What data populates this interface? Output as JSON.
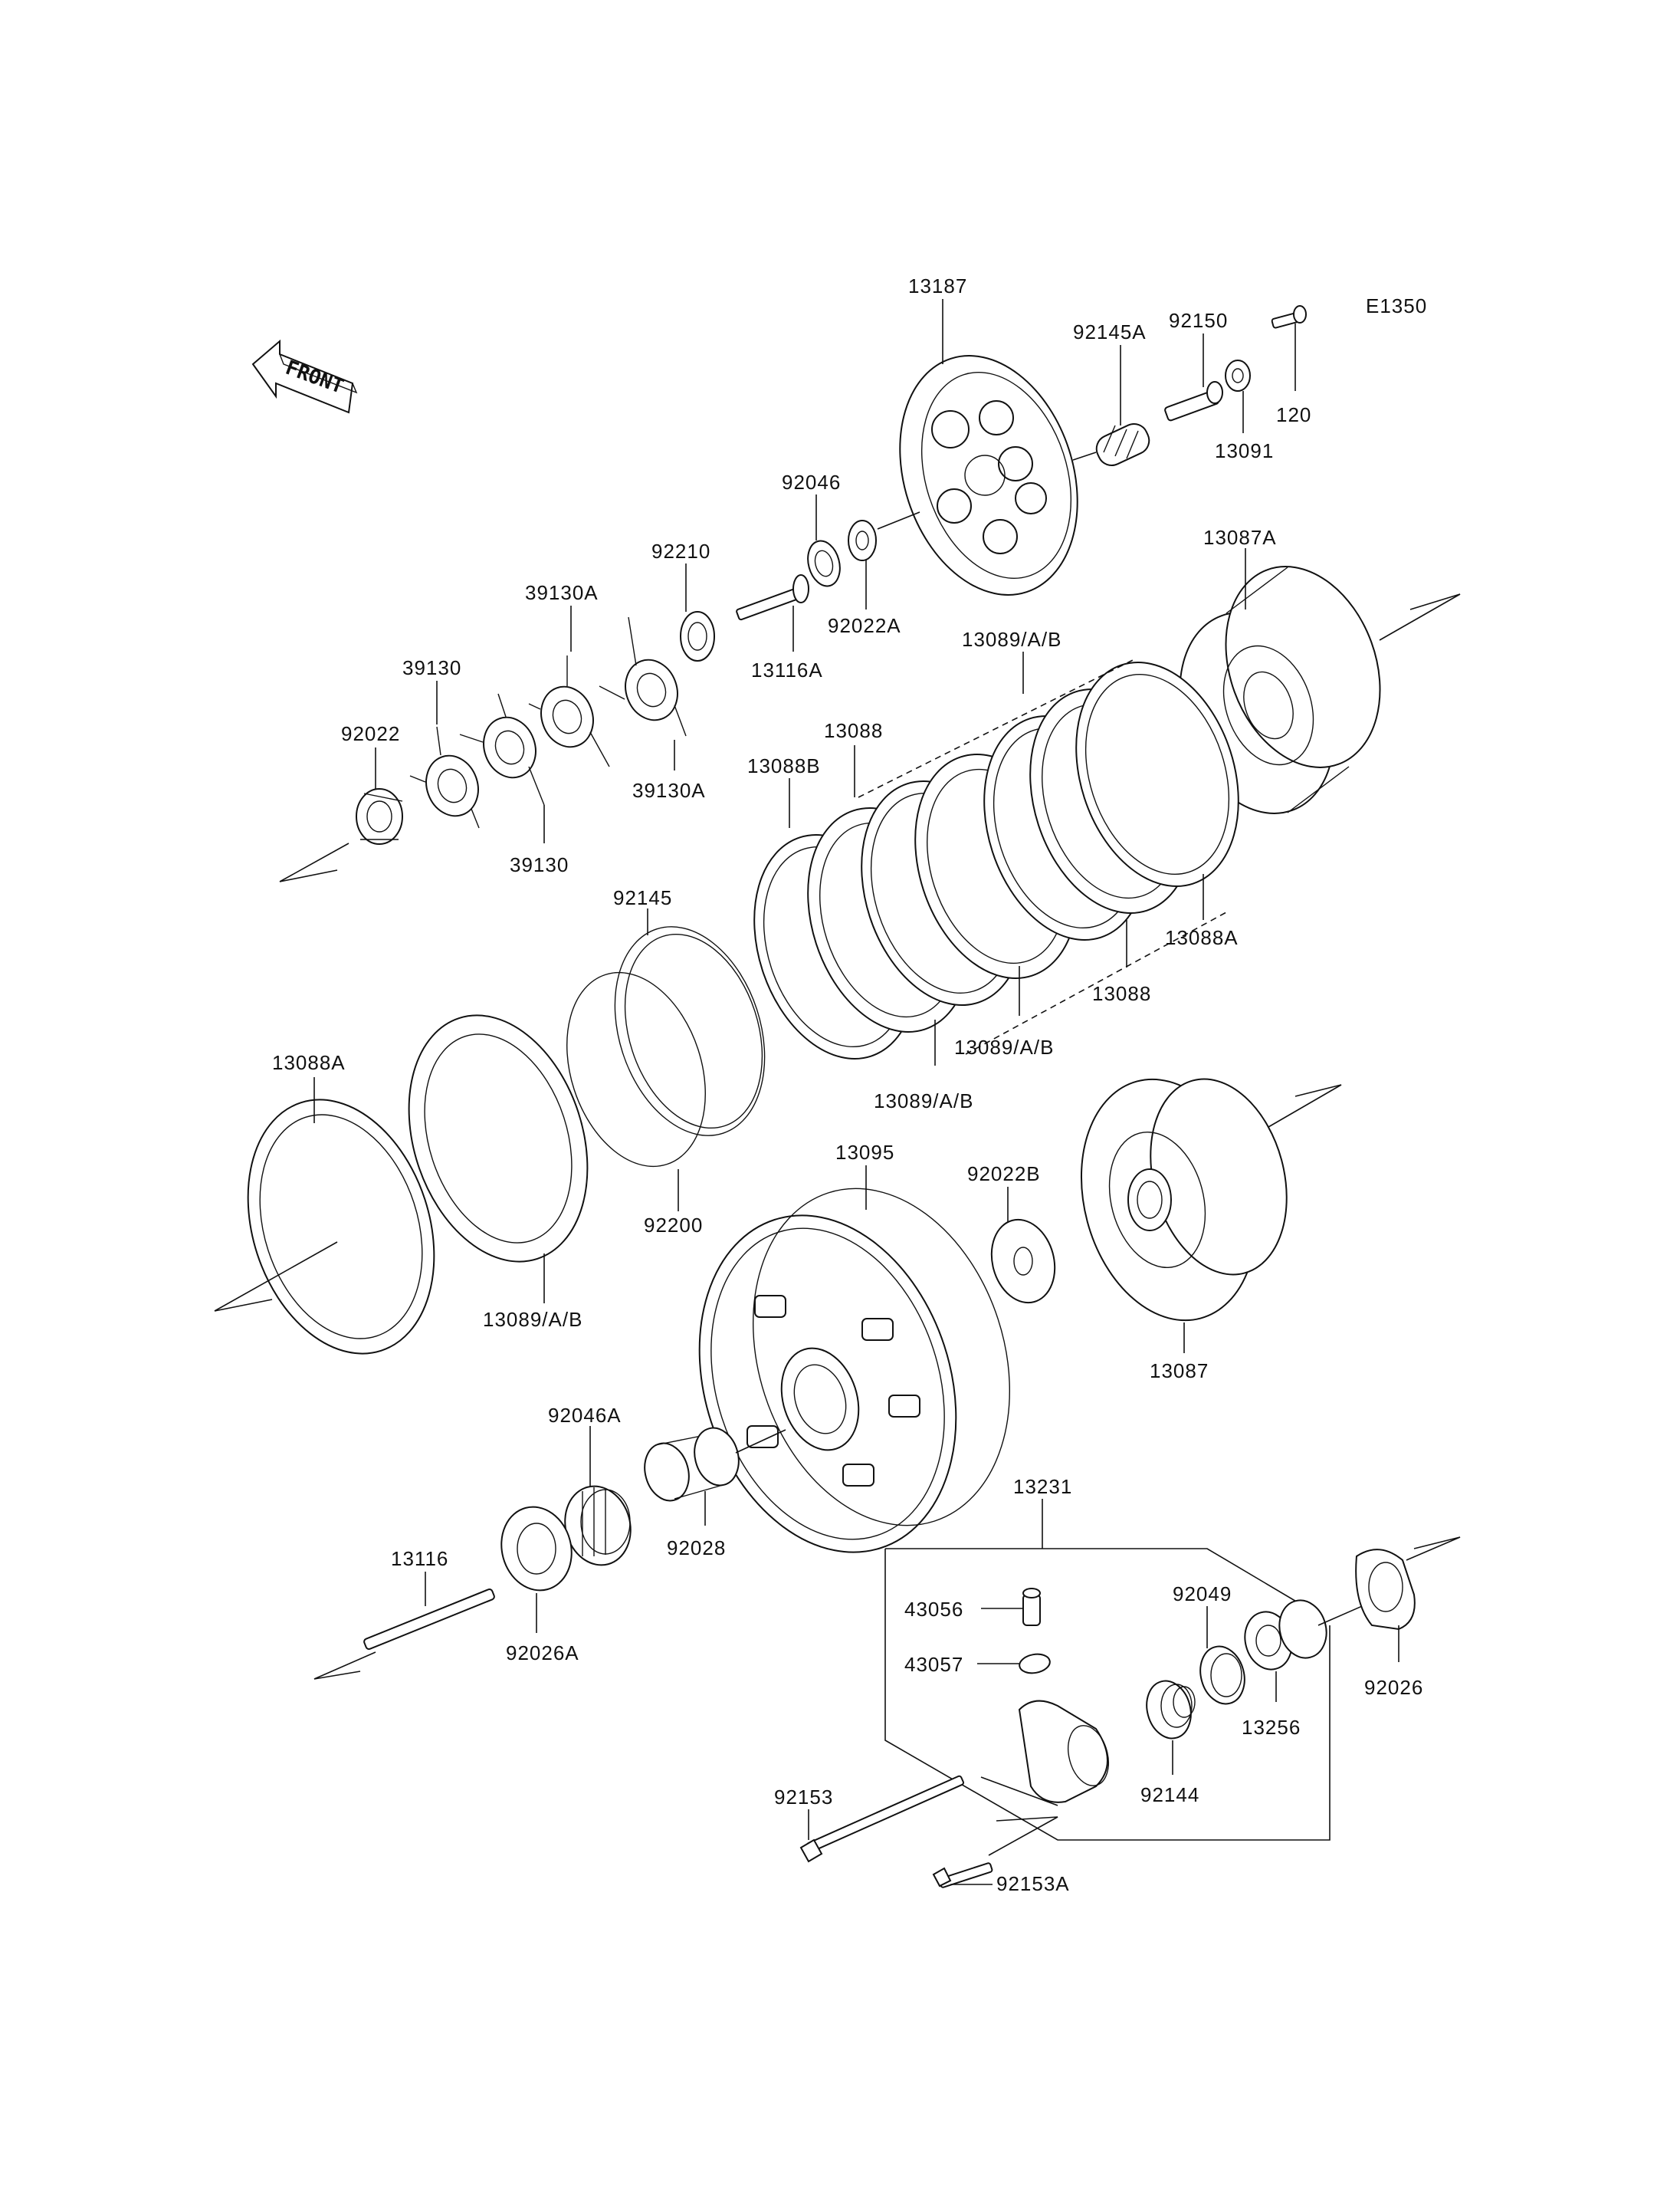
{
  "diagram": {
    "reference_code": "E1350",
    "front_arrow_text": "FRONT"
  },
  "labels": {
    "p13187": "13187",
    "p92150": "92150",
    "p92145A": "92145A",
    "p120": "120",
    "p13091": "13091",
    "p92046": "92046",
    "p92210": "92210",
    "p92022A": "92022A",
    "p13116A": "13116A",
    "p13087A": "13087A",
    "p39130A_top": "39130A",
    "p39130_top": "39130",
    "p39130A_bot": "39130A",
    "p39130_bot": "39130",
    "p92022": "92022",
    "p13089AB_top": "13089/A/B",
    "p13088_top": "13088",
    "p13088B": "13088B",
    "p13088A_right": "13088A",
    "p13088_mid": "13088",
    "p13089AB_mid": "13089/A/B",
    "p13089AB_bot": "13089/A/B",
    "p92145": "92145",
    "p13088A_left": "13088A",
    "p92200": "92200",
    "p13089AB_left": "13089/A/B",
    "p13095": "13095",
    "p92022B": "92022B",
    "p13087": "13087",
    "p92046A": "92046A",
    "p92028": "92028",
    "p13116": "13116",
    "p92026A": "92026A",
    "p13231": "13231",
    "p43056": "43056",
    "p43057": "43057",
    "p92049": "92049",
    "p92026": "92026",
    "p13256": "13256",
    "p92144": "92144",
    "p92153": "92153",
    "p92153A": "92153A"
  }
}
